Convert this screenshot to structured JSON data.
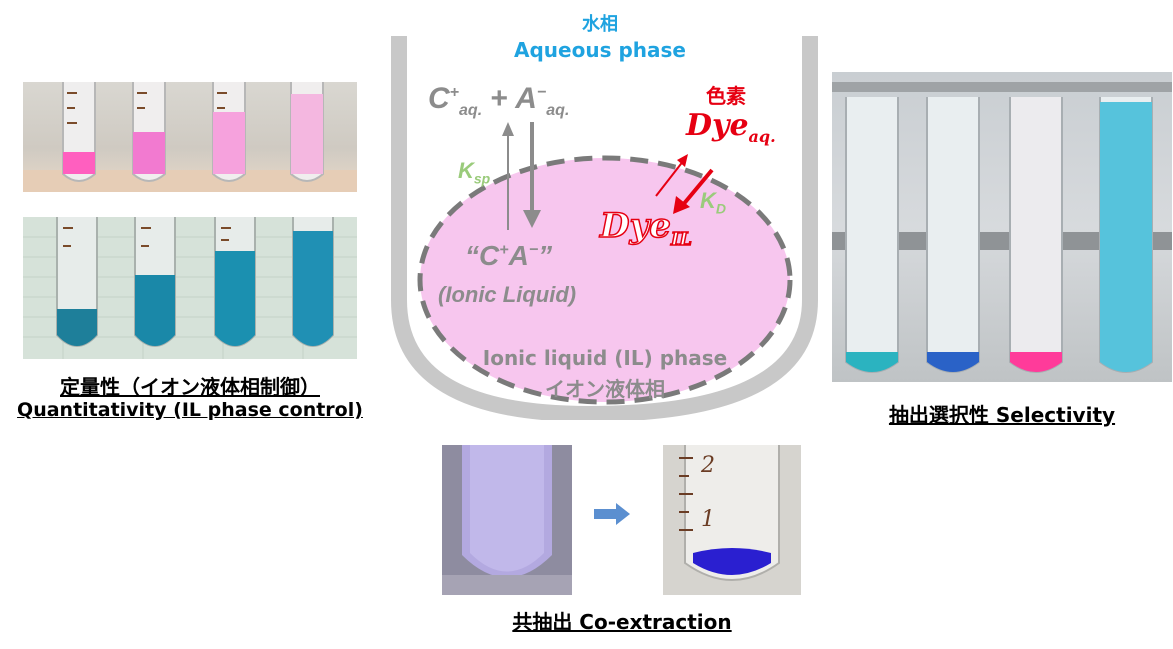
{
  "left": {
    "caption_jp": "定量性（イオン液体相制御）",
    "caption_en": "Quantitativity (IL phase control)"
  },
  "right": {
    "caption": "抽出選択性 Selectivity"
  },
  "bottom": {
    "caption": "共抽出 Co-extraction"
  },
  "center": {
    "aqueous_jp": "水相",
    "aqueous_en": "Aqueous phase",
    "eq_C": "C",
    "eq_C_sup": "+",
    "eq_C_sub": "aq.",
    "eq_plus": "+",
    "eq_A": "A",
    "eq_A_sup": "−",
    "eq_A_sub": "aq.",
    "ksp": "K",
    "ksp_sub": "sp",
    "kd": "K",
    "kd_sub": "D",
    "dye_jp": "色素",
    "dye_aq": "Dye",
    "dye_aq_sub": "aq.",
    "dye_il": "Dye",
    "dye_il_sub": "IL",
    "ca_quote": "“C",
    "ca_sup1": "+",
    "ca_A": "A",
    "ca_sup2": "−",
    "ca_end": "”",
    "ionic_liquid": "(Ionic Liquid)",
    "il_phase_en": "Ionic liquid (IL) phase",
    "il_phase_jp": "イオン液体相"
  },
  "tube_scale": {
    "m2": "2",
    "m1": "1"
  },
  "colors": {
    "aqueous_blue": "#1fa3e0",
    "gray_text": "#8c8c8c",
    "ksp_green": "#9acb7b",
    "dye_red": "#e60012",
    "il_pink": "#f7c6ee",
    "beaker_gray": "#c8c8c8"
  }
}
